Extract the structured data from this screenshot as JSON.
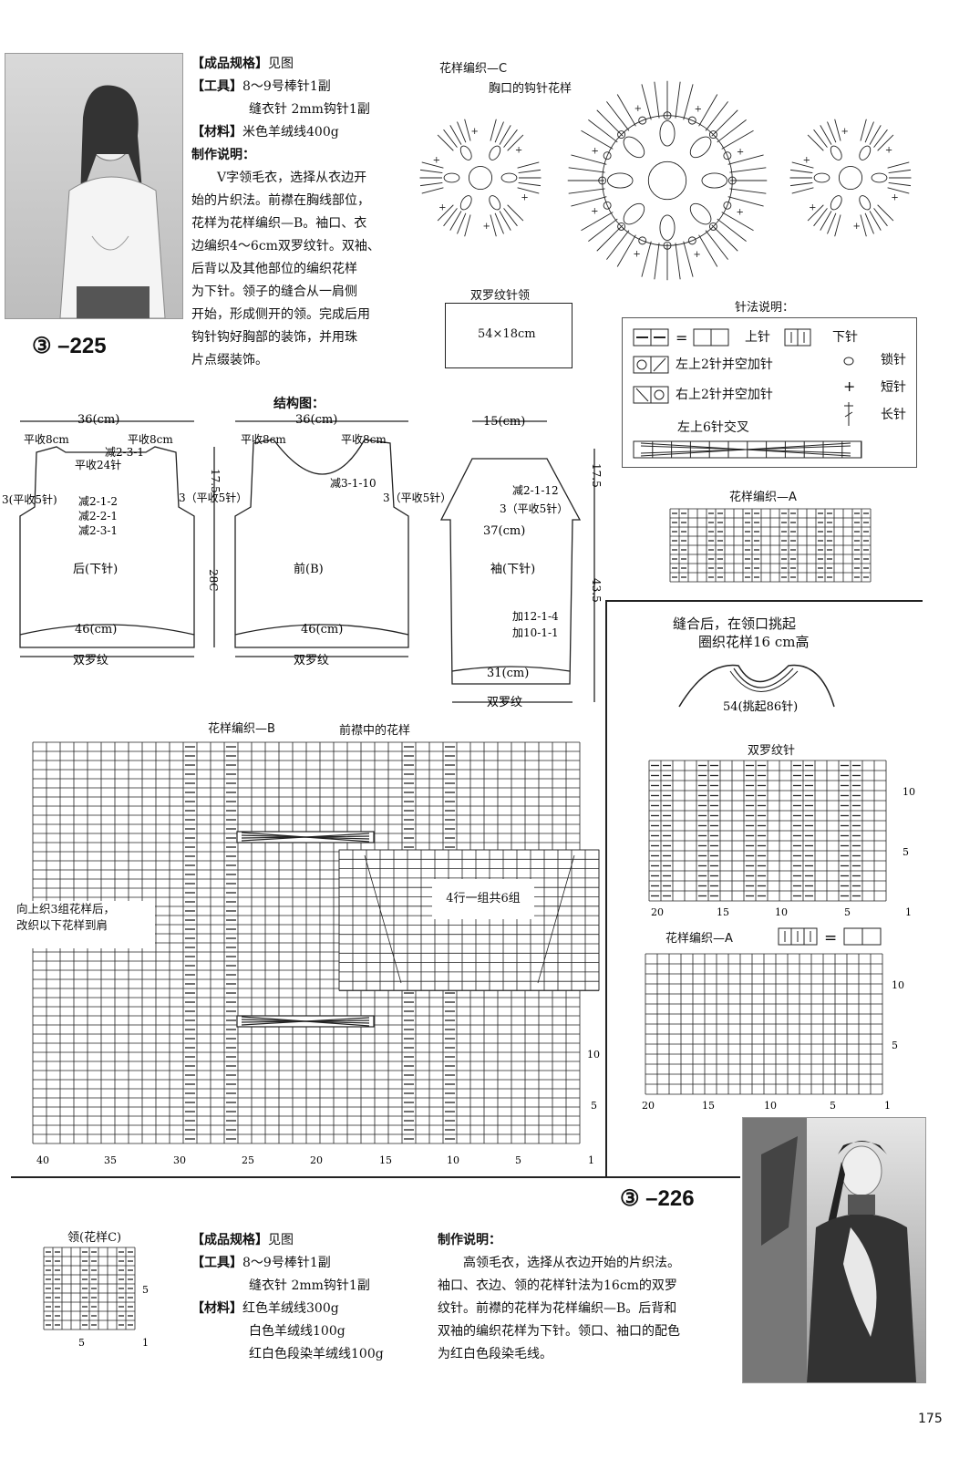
{
  "page_number": "175",
  "pattern_225": {
    "id": "③ –225",
    "spec_label": "【成品规格】",
    "spec_value": "见图",
    "tools_label": "【工具】",
    "tools_1": "8～9号棒针1副",
    "tools_2": "缝衣针 2mm钩针1副",
    "material_label": "【材料】",
    "material_1": "米色羊绒线400g",
    "method_title": "制作说明：",
    "method_lines": [
      "V字领毛衣，选择从衣边开",
      "始的片织法。前襟在胸线部位，",
      "花样为花样编织—B。袖口、衣",
      "边编织4～6cm双罗纹针。双袖、",
      "后背以及其他部位的编织花样",
      "为下针。领子的缝合从一肩侧",
      "开始，形成侧开的领。完成后用",
      "钩针钩好胸部的装饰，并用珠",
      "片点缀装饰。"
    ]
  },
  "crochet_c": {
    "title": "花样编织—C",
    "subtitle": "胸口的钩针花样"
  },
  "collar_box": {
    "title": "双罗纹针领",
    "size": "54×18cm"
  },
  "legend": {
    "title": "针法说明：",
    "knit": "上针",
    "purl": "下针",
    "left_dec": "左上2针并空加针",
    "right_dec": "右上2针并空加针",
    "cable": "左上6针交叉",
    "chain": "锁针",
    "sc": "短针",
    "dc": "长针"
  },
  "structure": {
    "title": "结构图：",
    "back": {
      "width_top": "36(cm)",
      "bind_left": "平收8cm",
      "bind_right": "平收8cm",
      "dec_top": "减2-3-1",
      "bind_neck": "平收24针",
      "side": "3(平收5针)",
      "side_r": "3（平收5针）",
      "dec_1": "减2-1-2",
      "dec_2": "减2-2-1",
      "dec_3": "减2-3-1",
      "name": "后(下针)",
      "width_bottom": "46(cm)",
      "rib": "双罗纹",
      "h1": "17.5",
      "h2": "28C"
    },
    "front": {
      "width_top": "36(cm)",
      "bind_left": "平收8cm",
      "bind_right": "平收8cm",
      "neck_dec": "减3-1-10",
      "side_r": "3（平收5针）",
      "name": "前(B)",
      "width_bottom": "46(cm)",
      "rib": "双罗纹"
    },
    "sleeve": {
      "top": "15(cm)",
      "dec": "减2-1-12",
      "bind": "3（平收5针）",
      "upper": "37(cm)",
      "name": "袖(下针)",
      "inc_1": "加12-1-4",
      "inc_2": "加10-1-1",
      "cuff": "31(cm)",
      "rib": "双罗纹",
      "h1": "17.5",
      "h2": "43.5"
    }
  },
  "pattern_a_top": {
    "title": "花样编织—A"
  },
  "collar_pick": {
    "line_1": "缝合后，在领口挑起",
    "line_2": "圈织花样16 cm高",
    "pick": "54(挑起86针)"
  },
  "rib_chart": {
    "title": "双罗纹针",
    "row_labels": [
      "10",
      "5"
    ],
    "col_labels": [
      "20",
      "15",
      "10",
      "5",
      "1"
    ]
  },
  "pattern_a_chart": {
    "title": "花样编织—A",
    "row_labels": [
      "10",
      "5"
    ],
    "col_labels": [
      "20",
      "15",
      "10",
      "5",
      "1"
    ]
  },
  "pattern_b": {
    "title": "花样编织—B",
    "subtitle": "前襟中的花样",
    "note_1": "向上织3组花样后，",
    "note_2": "改织以下花样到肩",
    "repeat": "4行一组共6组",
    "row_labels": [
      "10",
      "5"
    ],
    "col_labels": [
      "40",
      "35",
      "30",
      "25",
      "20",
      "15",
      "10",
      "5",
      "1"
    ]
  },
  "pattern_226": {
    "id": "③ –226",
    "collar_chart_title": "领(花样C)",
    "collar_row": "5",
    "collar_cols": [
      "5",
      "1"
    ],
    "spec_label": "【成品规格】",
    "spec_value": "见图",
    "tools_label": "【工具】",
    "tools_1": "8～9号棒针1副",
    "tools_2": "缝衣针 2mm钩针1副",
    "material_label": "【材料】",
    "material_1": "红色羊绒线300g",
    "material_2": "白色羊绒线100g",
    "material_3": "红白色段染羊绒线100g",
    "method_title": "制作说明：",
    "method_lines": [
      "高领毛衣，选择从衣边开始的片织法。",
      "袖口、衣边、领的花样针法为16cm的双罗",
      "纹针。前襟的花样为花样编织—B。后背和",
      "双袖的编织花样为下针。领口、袖口的配色",
      "为红白色段染毛线。"
    ]
  }
}
